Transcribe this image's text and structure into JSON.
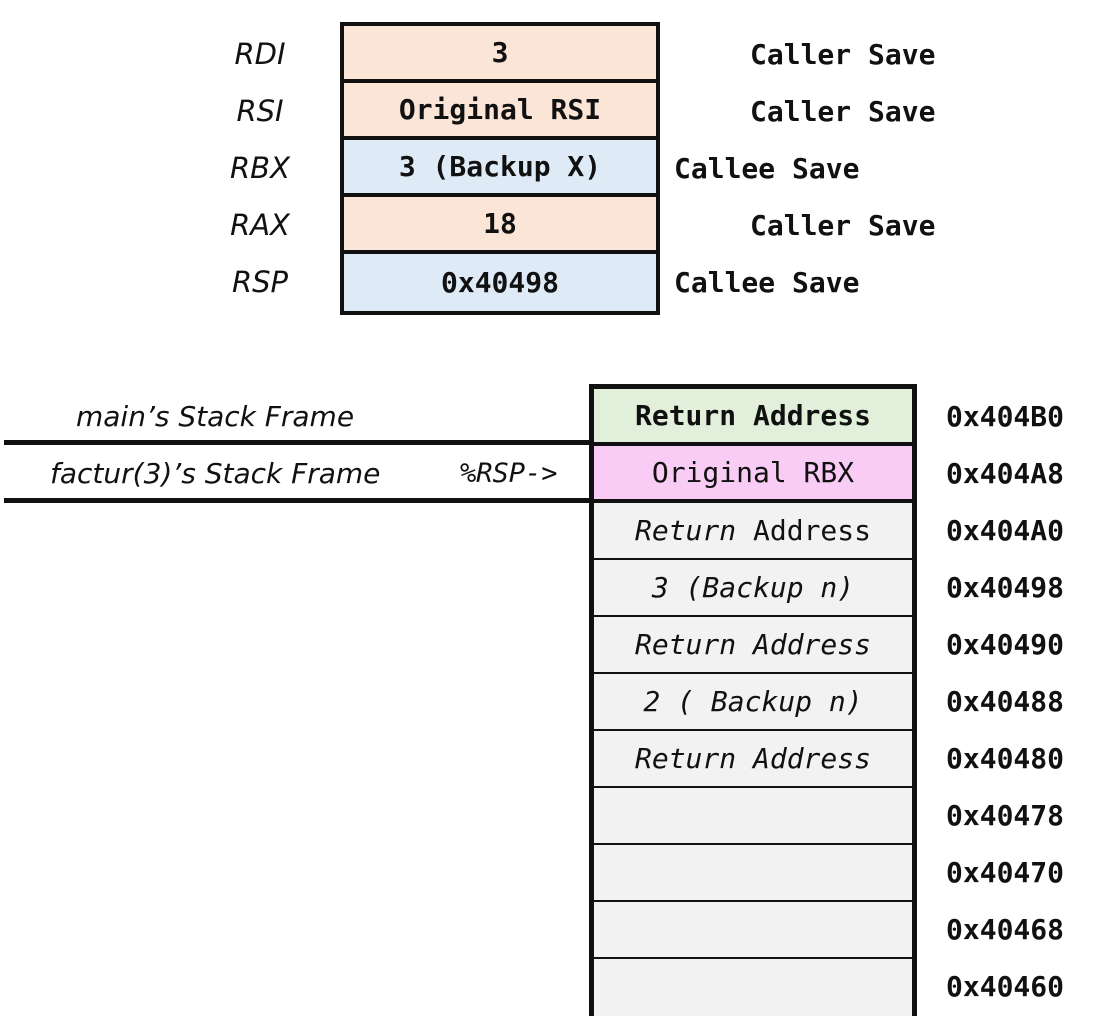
{
  "registers": [
    {
      "name": "RDI",
      "value": "3",
      "save": "Caller Save"
    },
    {
      "name": "RSI",
      "value": "Original RSI",
      "save": "Caller Save"
    },
    {
      "name": "RBX",
      "value": "3 (Backup X)",
      "save": "Callee Save"
    },
    {
      "name": "RAX",
      "value": "18",
      "save": "Caller Save"
    },
    {
      "name": "RSP",
      "value": "0x40498",
      "save": "Callee Save"
    }
  ],
  "colors": {
    "caller_save": "#fbe5d6",
    "callee_save": "#deeaf6",
    "return_address_main": "#e2efda",
    "original_rbx": "#f9ccf5",
    "stack_slot": "#f2f2f2"
  },
  "frames": {
    "main": "main’s Stack Frame",
    "factur": "factur(3)’s Stack Frame",
    "rsp_pointer": "%RSP->"
  },
  "stack": [
    {
      "value": "Return Address",
      "address": "0x404B0"
    },
    {
      "value": "Original RBX",
      "address": "0x404A8"
    },
    {
      "value_a": "Return",
      "value_b": " Address",
      "address": "0x404A0"
    },
    {
      "value": "3 (Backup n)",
      "address": "0x40498"
    },
    {
      "value": "Return Address",
      "address": "0x40490"
    },
    {
      "value": "2 ( Backup n)",
      "address": "0x40488"
    },
    {
      "value": "Return Address",
      "address": "0x40480"
    },
    {
      "value": "",
      "address": "0x40478"
    },
    {
      "value": "",
      "address": "0x40470"
    },
    {
      "value": "",
      "address": "0x40468"
    },
    {
      "value": "",
      "address": "0x40460"
    }
  ]
}
